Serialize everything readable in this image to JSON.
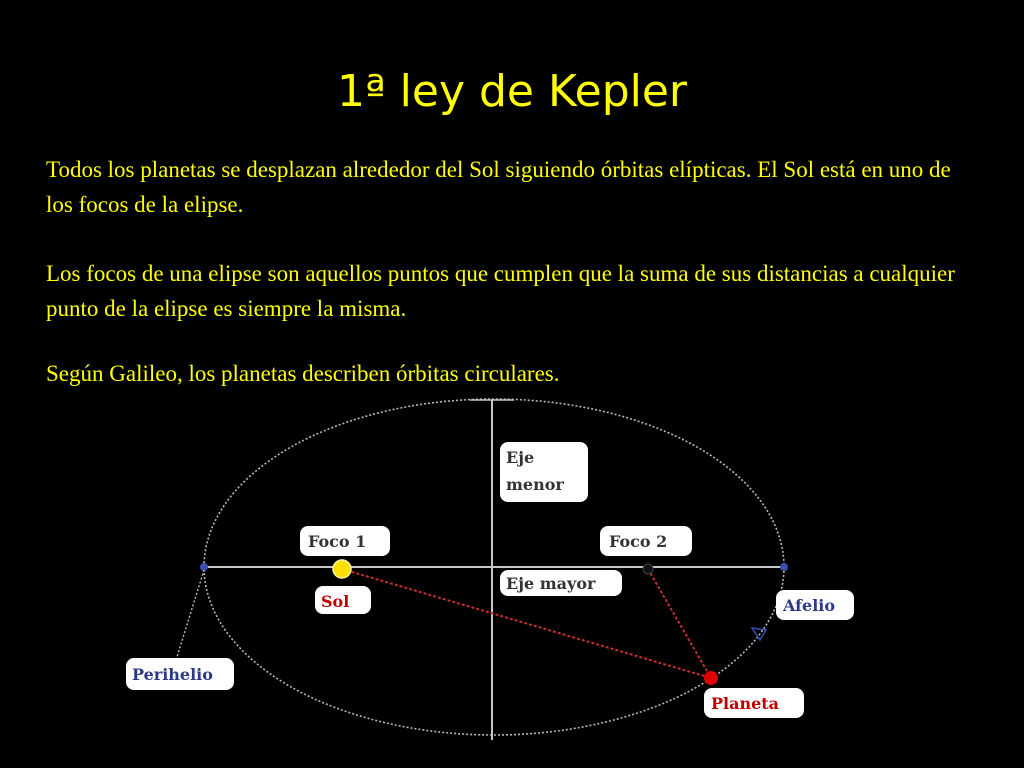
{
  "title": "1ª ley de Kepler",
  "paragraphs": [
    "Todos los planetas se desplazan alrededor del Sol siguiendo órbitas elípticas. El Sol está en uno de los focos de la elipse.",
    "Los focos de una elipse son aquellos puntos que cumplen que la suma de sus distancias a cualquier punto de la elipse es siempre la misma.",
    "Según Galileo, los planetas describen órbitas circulares."
  ],
  "diagram": {
    "labels": {
      "minor_axis": [
        "Eje",
        "menor"
      ],
      "focus1": "Foco 1",
      "focus2": "Foco 2",
      "sun": "Sol",
      "major_axis": "Eje mayor",
      "aphelion": "Afelio",
      "perihelion": "Perihelio",
      "planet": "Planeta"
    },
    "colors": {
      "background": "#000000",
      "text": "#FFFF00",
      "axes": "#C8C8C8",
      "orbit": "#B8B8B8",
      "sun": "#FFE000",
      "planet": "#E00000",
      "focus_line": "#C03030",
      "label_box": "#FFFFFF",
      "label_dark": "#333333",
      "label_red": "#C00000",
      "label_blue": "#2E3A88"
    }
  }
}
